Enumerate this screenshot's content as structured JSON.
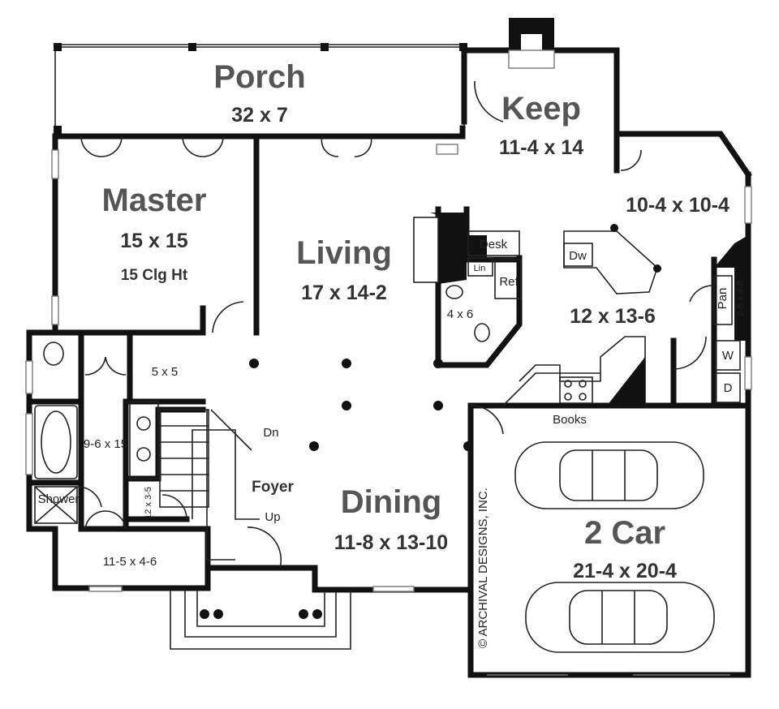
{
  "rooms": {
    "porch": {
      "name": "Porch",
      "size": "32 x 7"
    },
    "keep": {
      "name": "Keep",
      "size": "11-4 x 14"
    },
    "nook": {
      "size": "10-4 x 10-4"
    },
    "master": {
      "name": "Master",
      "size": "15 x 15",
      "note": "15 Clg Ht"
    },
    "living": {
      "name": "Living",
      "size": "17 x 14-2"
    },
    "kitchen": {
      "size": "12 x 13-6"
    },
    "closet": {
      "size": "5 x 5"
    },
    "bath": {
      "size": "9-6 x 15"
    },
    "shower": {
      "name": "Shower"
    },
    "walkin": {
      "size": "11-5 x 4-6"
    },
    "small_closet": {
      "size": "12 x 3-5"
    },
    "foyer": {
      "name": "Foyer",
      "down": "Dn",
      "up": "Up"
    },
    "dining": {
      "name": "Dining",
      "size": "11-8 x 13-10"
    },
    "powder": {
      "size": "4 x 6"
    },
    "garage": {
      "name": "2 Car",
      "size": "21-4 x 20-4"
    },
    "pantry": {
      "name": "Pan",
      "size": "2-5 x 4-8"
    }
  },
  "fixtures": {
    "desk": "Desk",
    "lin": "Lin",
    "ref": "Ref",
    "dw": "Dw",
    "books": "Books",
    "washer": "W",
    "dryer": "D"
  },
  "copyright": "© ARCHIVAL DESIGNS, INC."
}
